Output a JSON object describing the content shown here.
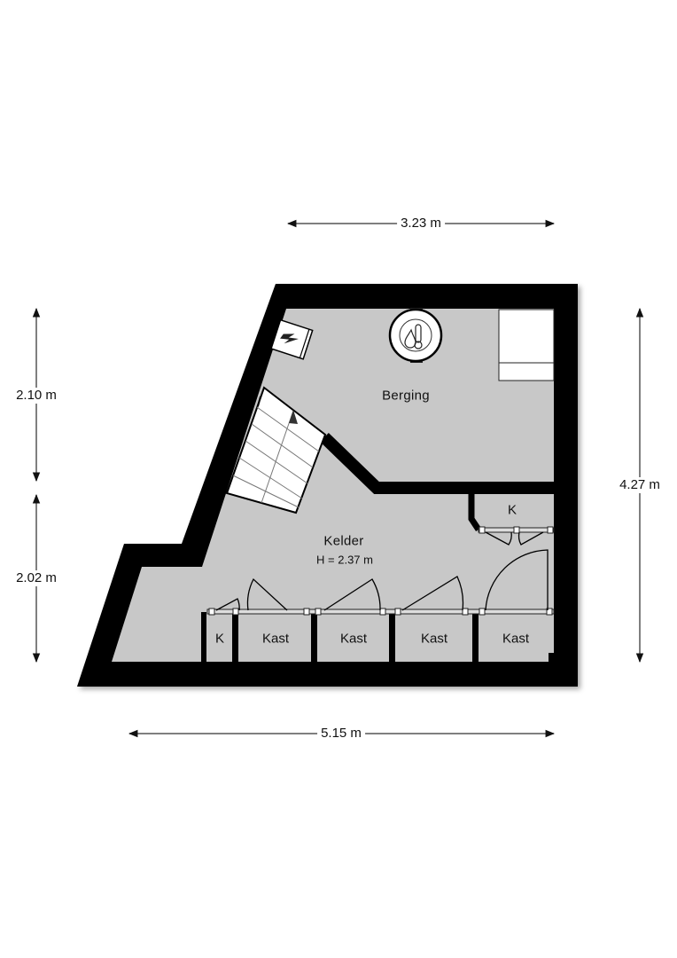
{
  "plan": {
    "floor_color": "#c8c8c8",
    "wall_color": "#000000",
    "rooms": {
      "berging": {
        "name": "Berging"
      },
      "kelder": {
        "name": "Kelder",
        "height": "H = 2.37 m"
      },
      "closet_k_right": {
        "name": "K"
      },
      "closet_k_left": {
        "name": "K"
      },
      "kast_1": {
        "name": "Kast"
      },
      "kast_2": {
        "name": "Kast"
      },
      "kast_3": {
        "name": "Kast"
      },
      "kast_4": {
        "name": "Kast"
      }
    },
    "fixtures": [
      {
        "type": "boiler",
        "icon": "thermometer-drop-icon"
      },
      {
        "type": "meter-box",
        "icon": "electric-icon"
      },
      {
        "type": "stairs",
        "icon": "stairs-up-arrow-icon"
      },
      {
        "type": "counter",
        "icon": "rectangle"
      }
    ]
  },
  "dimensions": {
    "top": "3.23 m",
    "bottom": "5.15 m",
    "left_upper": "2.10 m",
    "left_lower": "2.02 m",
    "right": "4.27 m"
  }
}
